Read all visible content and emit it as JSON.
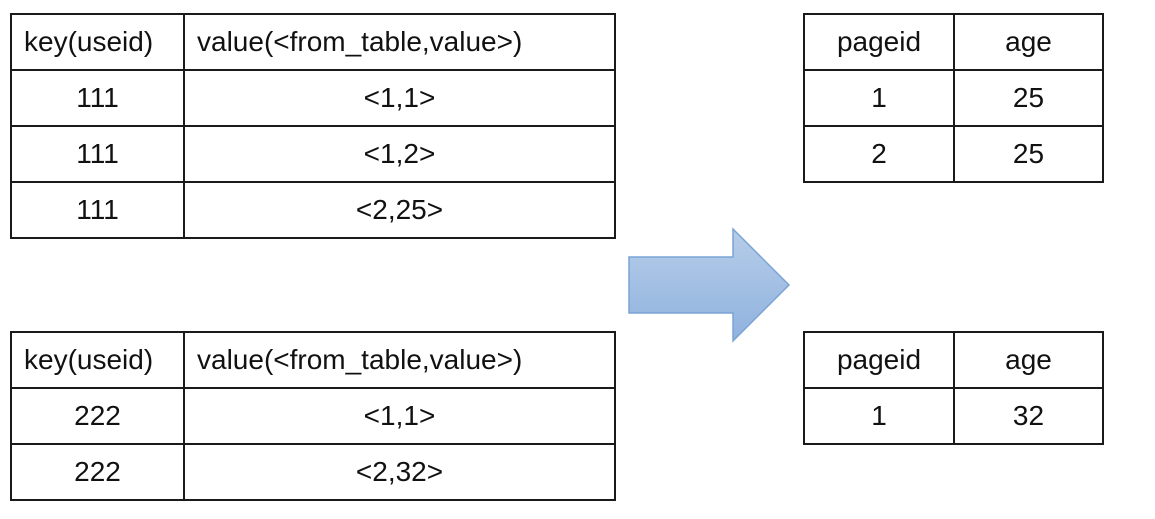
{
  "top_left_table": {
    "headers": [
      "key(useid)",
      "value(<from_table,value>)"
    ],
    "rows": [
      [
        "111",
        "<1,1>"
      ],
      [
        "111",
        "<1,2>"
      ],
      [
        "111",
        "<2,25>"
      ]
    ]
  },
  "bottom_left_table": {
    "headers": [
      "key(useid)",
      "value(<from_table,value>)"
    ],
    "rows": [
      [
        "222",
        "<1,1>"
      ],
      [
        "222",
        "<2,32>"
      ]
    ]
  },
  "top_right_table": {
    "headers": [
      "pageid",
      "age"
    ],
    "rows": [
      [
        "1",
        "25"
      ],
      [
        "2",
        "25"
      ]
    ]
  },
  "bottom_right_table": {
    "headers": [
      "pageid",
      "age"
    ],
    "rows": [
      [
        "1",
        "32"
      ]
    ]
  },
  "arrow": {
    "icon": "right-arrow-icon",
    "fill_top": "#b7cde9",
    "fill_bottom": "#8fb2de",
    "stroke": "#7aa3d6"
  }
}
